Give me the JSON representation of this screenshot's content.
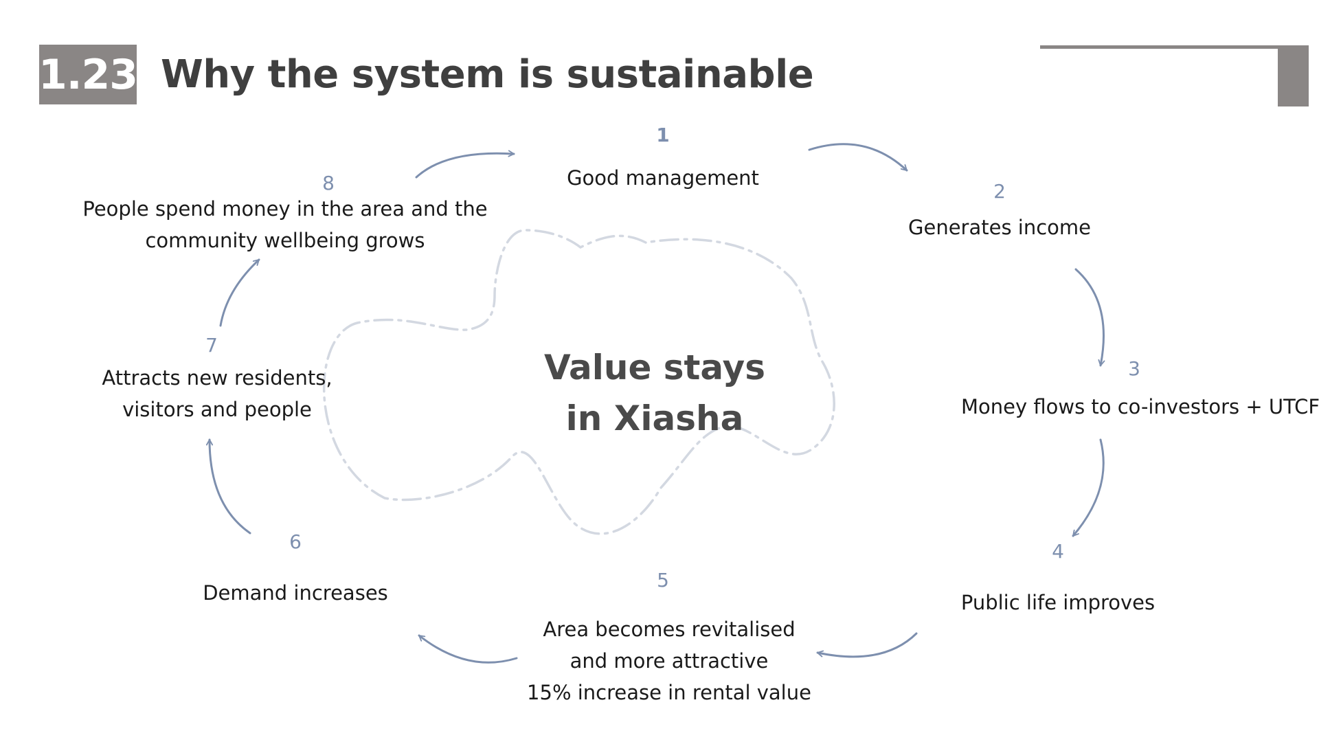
{
  "header": {
    "slide_number": "1.23",
    "title": "Why the system is sustainable"
  },
  "center": {
    "line1": "Value stays",
    "line2": "in Xiasha"
  },
  "colors": {
    "arrow": "#7d8fae",
    "blob": "#d3d8e1",
    "header_box": "#8a8685",
    "title_text": "#3f3f3f"
  },
  "steps": [
    {
      "number": "1",
      "lines": [
        "Good management"
      ]
    },
    {
      "number": "2",
      "lines": [
        "Generates income"
      ]
    },
    {
      "number": "3",
      "lines": [
        "Money flows to co-investors + UTCF"
      ]
    },
    {
      "number": "4",
      "lines": [
        "Public life improves"
      ]
    },
    {
      "number": "5",
      "lines": [
        "Area becomes revitalised",
        "and more attractive",
        "15% increase in rental value"
      ]
    },
    {
      "number": "6",
      "lines": [
        "Demand increases"
      ]
    },
    {
      "number": "7",
      "lines": [
        "Attracts new residents,",
        "visitors and people"
      ]
    },
    {
      "number": "8",
      "lines": [
        "People spend money in the area and the",
        "community wellbeing grows"
      ]
    }
  ]
}
